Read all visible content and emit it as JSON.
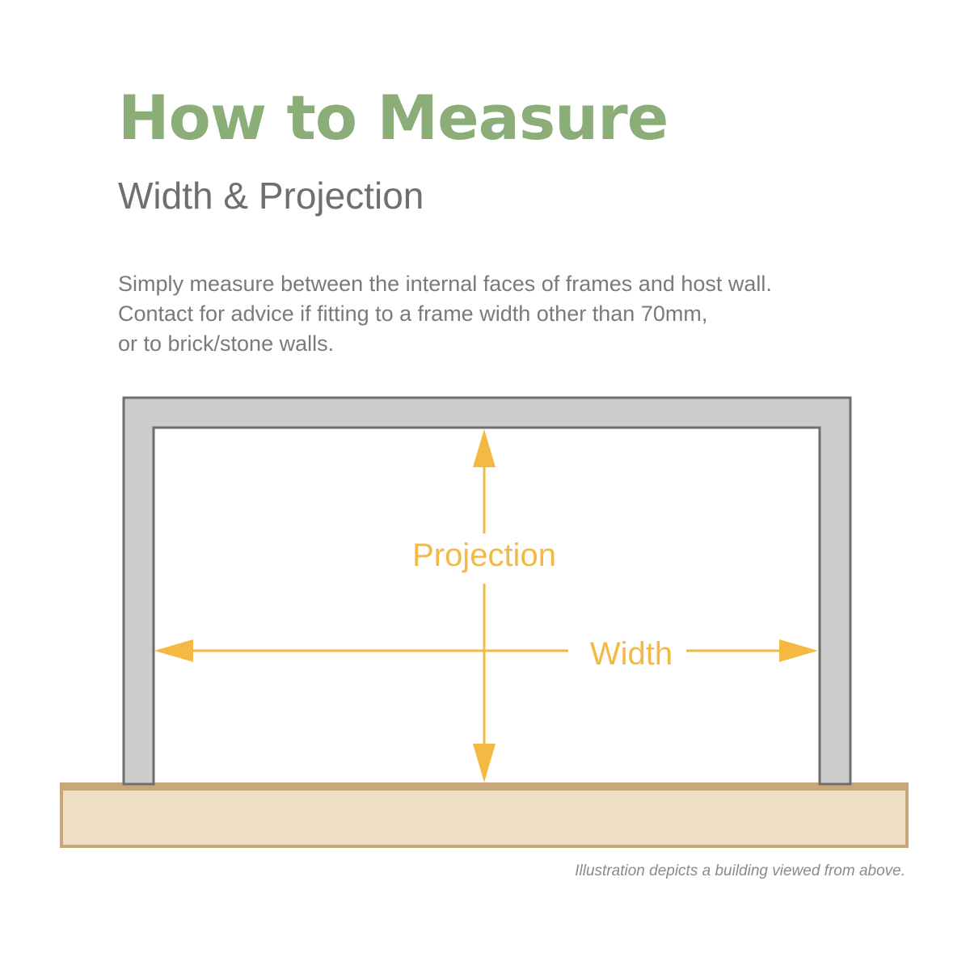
{
  "header": {
    "title": "How to Measure",
    "subtitle": "Width & Projection"
  },
  "description": {
    "lines": [
      "Simply measure between the internal faces of frames and host wall.",
      "Contact for advice if fitting to a frame width other than 70mm,",
      "or to brick/stone walls."
    ]
  },
  "diagram": {
    "labels": {
      "projection": "Projection",
      "width": "Width"
    },
    "colors": {
      "frame_fill": "#cccccc",
      "frame_stroke": "#6e6e6e",
      "wall_fill": "#eedfc4",
      "wall_stroke": "#c9a77a",
      "arrow": "#f4b942",
      "title_green": "#8bad78"
    }
  },
  "footer": {
    "caption": "Illustration depicts a building viewed from above."
  }
}
